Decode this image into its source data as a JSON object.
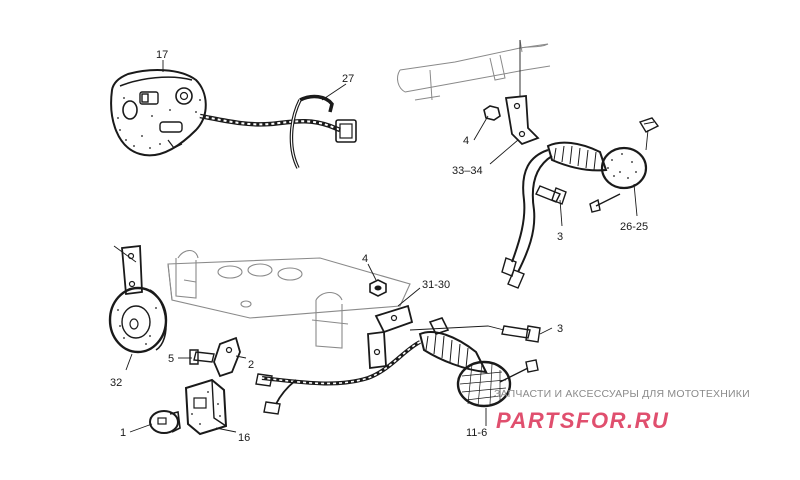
{
  "callouts": {
    "c17": "17",
    "c27": "27",
    "c4_top": "4",
    "c33_34": "33–34",
    "c3_top": "3",
    "c26_25": "26-25",
    "c4_mid": "4",
    "c31_30": "31-30",
    "c3_mid": "3",
    "c5": "5",
    "c2": "2",
    "c32": "32",
    "c1": "1",
    "c16": "16",
    "c11_6": "11-6"
  },
  "watermark": {
    "tagline": "ЗАПЧАСТИ И АКСЕССУАРЫ ДЛЯ МОТОТЕХНИКИ",
    "logo": "PARTSFOR.RU"
  },
  "colors": {
    "ink": "#1a1a1a",
    "ghost": "#8a8a8a",
    "logo": "#e04f6e"
  }
}
